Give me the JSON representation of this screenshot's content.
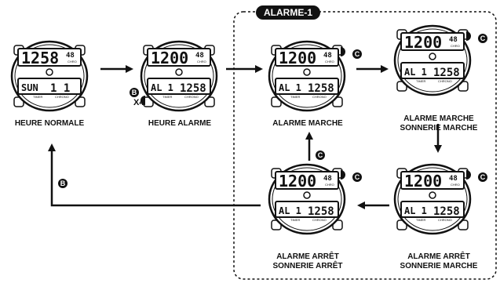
{
  "title": "ALARME-1",
  "watches": [
    {
      "top_main": "1258",
      "top_sec": "48",
      "top_sub": "CHRO",
      "bottom_left": "SUN",
      "bottom_right": "1 1",
      "caption": "HEURE NORMALE"
    },
    {
      "top_main": "1200",
      "top_sec": "48",
      "top_sub": "CHRO",
      "bottom_left": "AL 1",
      "bottom_right": "1258",
      "caption": "HEURE ALARME"
    },
    {
      "top_main": "1200",
      "top_sec": "48",
      "top_sub": "CHRO",
      "bottom_left": "AL 1",
      "bottom_right": "1258",
      "caption": "ALARME MARCHE"
    },
    {
      "top_main": "1200",
      "top_sec": "48",
      "top_sub": "CHRO",
      "bottom_left": "AL 1",
      "bottom_right": "1258",
      "caption": "ALARME MARCHE\nSONNERIE MARCHE"
    },
    {
      "top_main": "1200",
      "top_sec": "48",
      "top_sub": "CHRO",
      "bottom_left": "AL 1",
      "bottom_right": "1258",
      "caption": "ALARME ARRÊT\nSONNERIE MARCHE"
    },
    {
      "top_main": "1200",
      "top_sec": "48",
      "top_sub": "CHRO",
      "bottom_left": "AL 1",
      "bottom_right": "1258",
      "caption": "ALARME ARRÊT\nSONNERIE ARRÊT"
    }
  ],
  "watch_labels": {
    "timer": "TIMER",
    "chrono": "CHRONO"
  },
  "buttons": {
    "b": "B",
    "c": "C",
    "x4": "X4"
  }
}
